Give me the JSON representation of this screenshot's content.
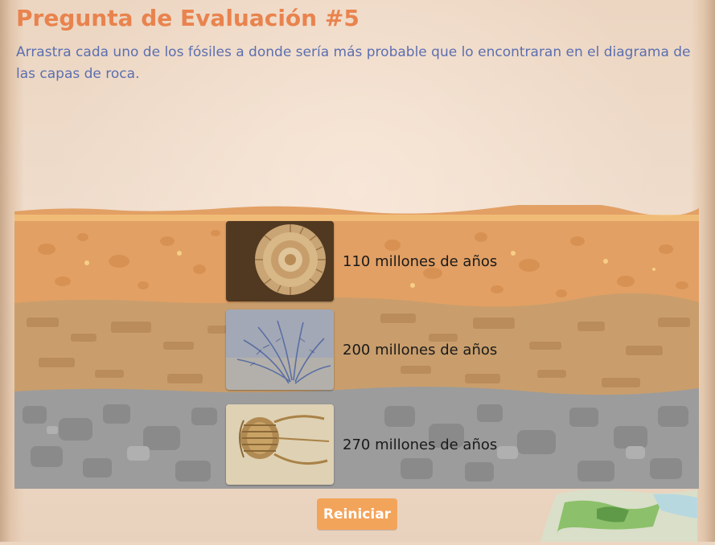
{
  "header": {
    "title": "Pregunta de Evaluación #5",
    "instructions": "Arrastra cada uno de los fósiles a donde sería más probable que lo encontraran en el diagrama de las capas de roca."
  },
  "fossils": [
    {
      "image": "ammonite-fossil",
      "label": "110 millones de años"
    },
    {
      "image": "fern-plant-fossil",
      "label": "200 millones de años"
    },
    {
      "image": "trilobite-fossil",
      "label": "270 millones de años"
    }
  ],
  "controls": {
    "reset_label": "Reiniciar"
  },
  "colors": {
    "title": "#e9834e",
    "instructions": "#5b6fb0",
    "layer_top": "#e2a064",
    "layer_middle": "#c99e6c",
    "layer_bottom": "#9c9c9c",
    "button": "#f3a45b"
  }
}
